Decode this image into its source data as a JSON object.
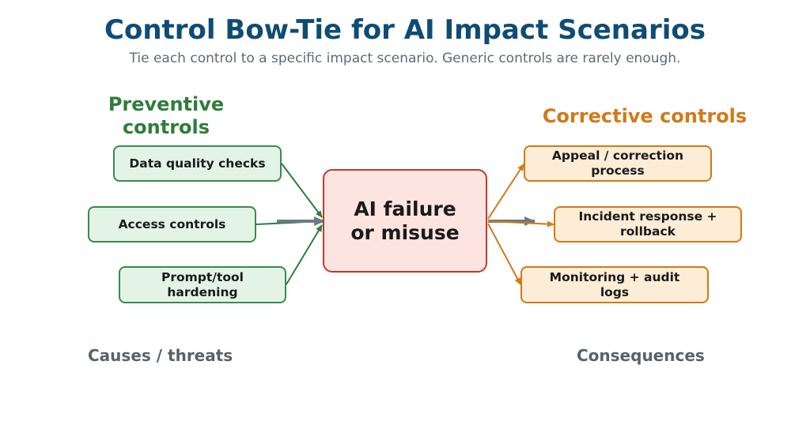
{
  "title": "Control Bow-Tie for AI Impact Scenarios",
  "subtitle": "Tie each control to a specific impact scenario. Generic controls are rarely enough.",
  "preventive": {
    "heading": "Preventive controls",
    "items": [
      {
        "label": "Data quality checks"
      },
      {
        "label": "Access controls"
      },
      {
        "label": "Prompt/tool hardening"
      }
    ]
  },
  "center": {
    "label": "AI failure or misuse"
  },
  "corrective": {
    "heading": "Corrective controls",
    "items": [
      {
        "label": "Appeal / correction process"
      },
      {
        "label": "Incident response + rollback"
      },
      {
        "label": "Monitoring + audit logs"
      }
    ]
  },
  "footer": {
    "left": "Causes / threats",
    "right": "Consequences"
  },
  "colors": {
    "title": "#0f4c75",
    "preventive": "#2e7d3c",
    "corrective": "#d07a1a",
    "center_border": "#c0392b",
    "center_fill": "#fde4e1",
    "flow_arrow": "#6b7a88"
  }
}
